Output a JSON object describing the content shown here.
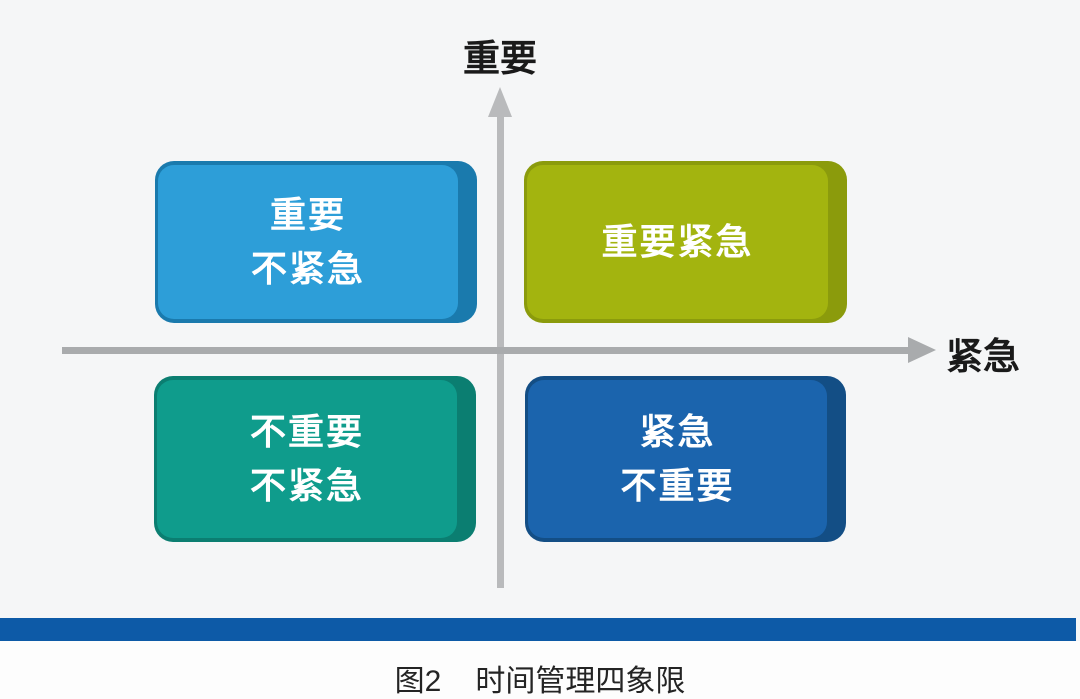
{
  "axes": {
    "y_label": "重要",
    "x_label": "紧急"
  },
  "quadrants": [
    {
      "name": "important-not-urgent",
      "lines": [
        "重要",
        "不紧急"
      ],
      "color": "#2d9ed8",
      "edge_color": "#1a7aad"
    },
    {
      "name": "important-urgent",
      "lines": [
        "重要紧急"
      ],
      "color": "#a3b40f",
      "edge_color": "#8b9b0c"
    },
    {
      "name": "not-important-not-urgent",
      "lines": [
        "不重要",
        "不紧急"
      ],
      "color": "#0f9c8c",
      "edge_color": "#0b7e71"
    },
    {
      "name": "urgent-not-important",
      "lines": [
        "紧急",
        "不重要"
      ],
      "color": "#1b64ad",
      "edge_color": "#134e85"
    }
  ],
  "caption": {
    "label": "图2",
    "title": "时间管理四象限"
  },
  "colors": {
    "background": "#f5f6f7",
    "axis_vertical": "#b9babc",
    "axis_horizontal": "#a9abad",
    "divider_bar": "#0d5aa7",
    "footer_background": "#fdfdfd",
    "quadrant_text": "#ffffff",
    "label_text": "#1a1a1a"
  }
}
